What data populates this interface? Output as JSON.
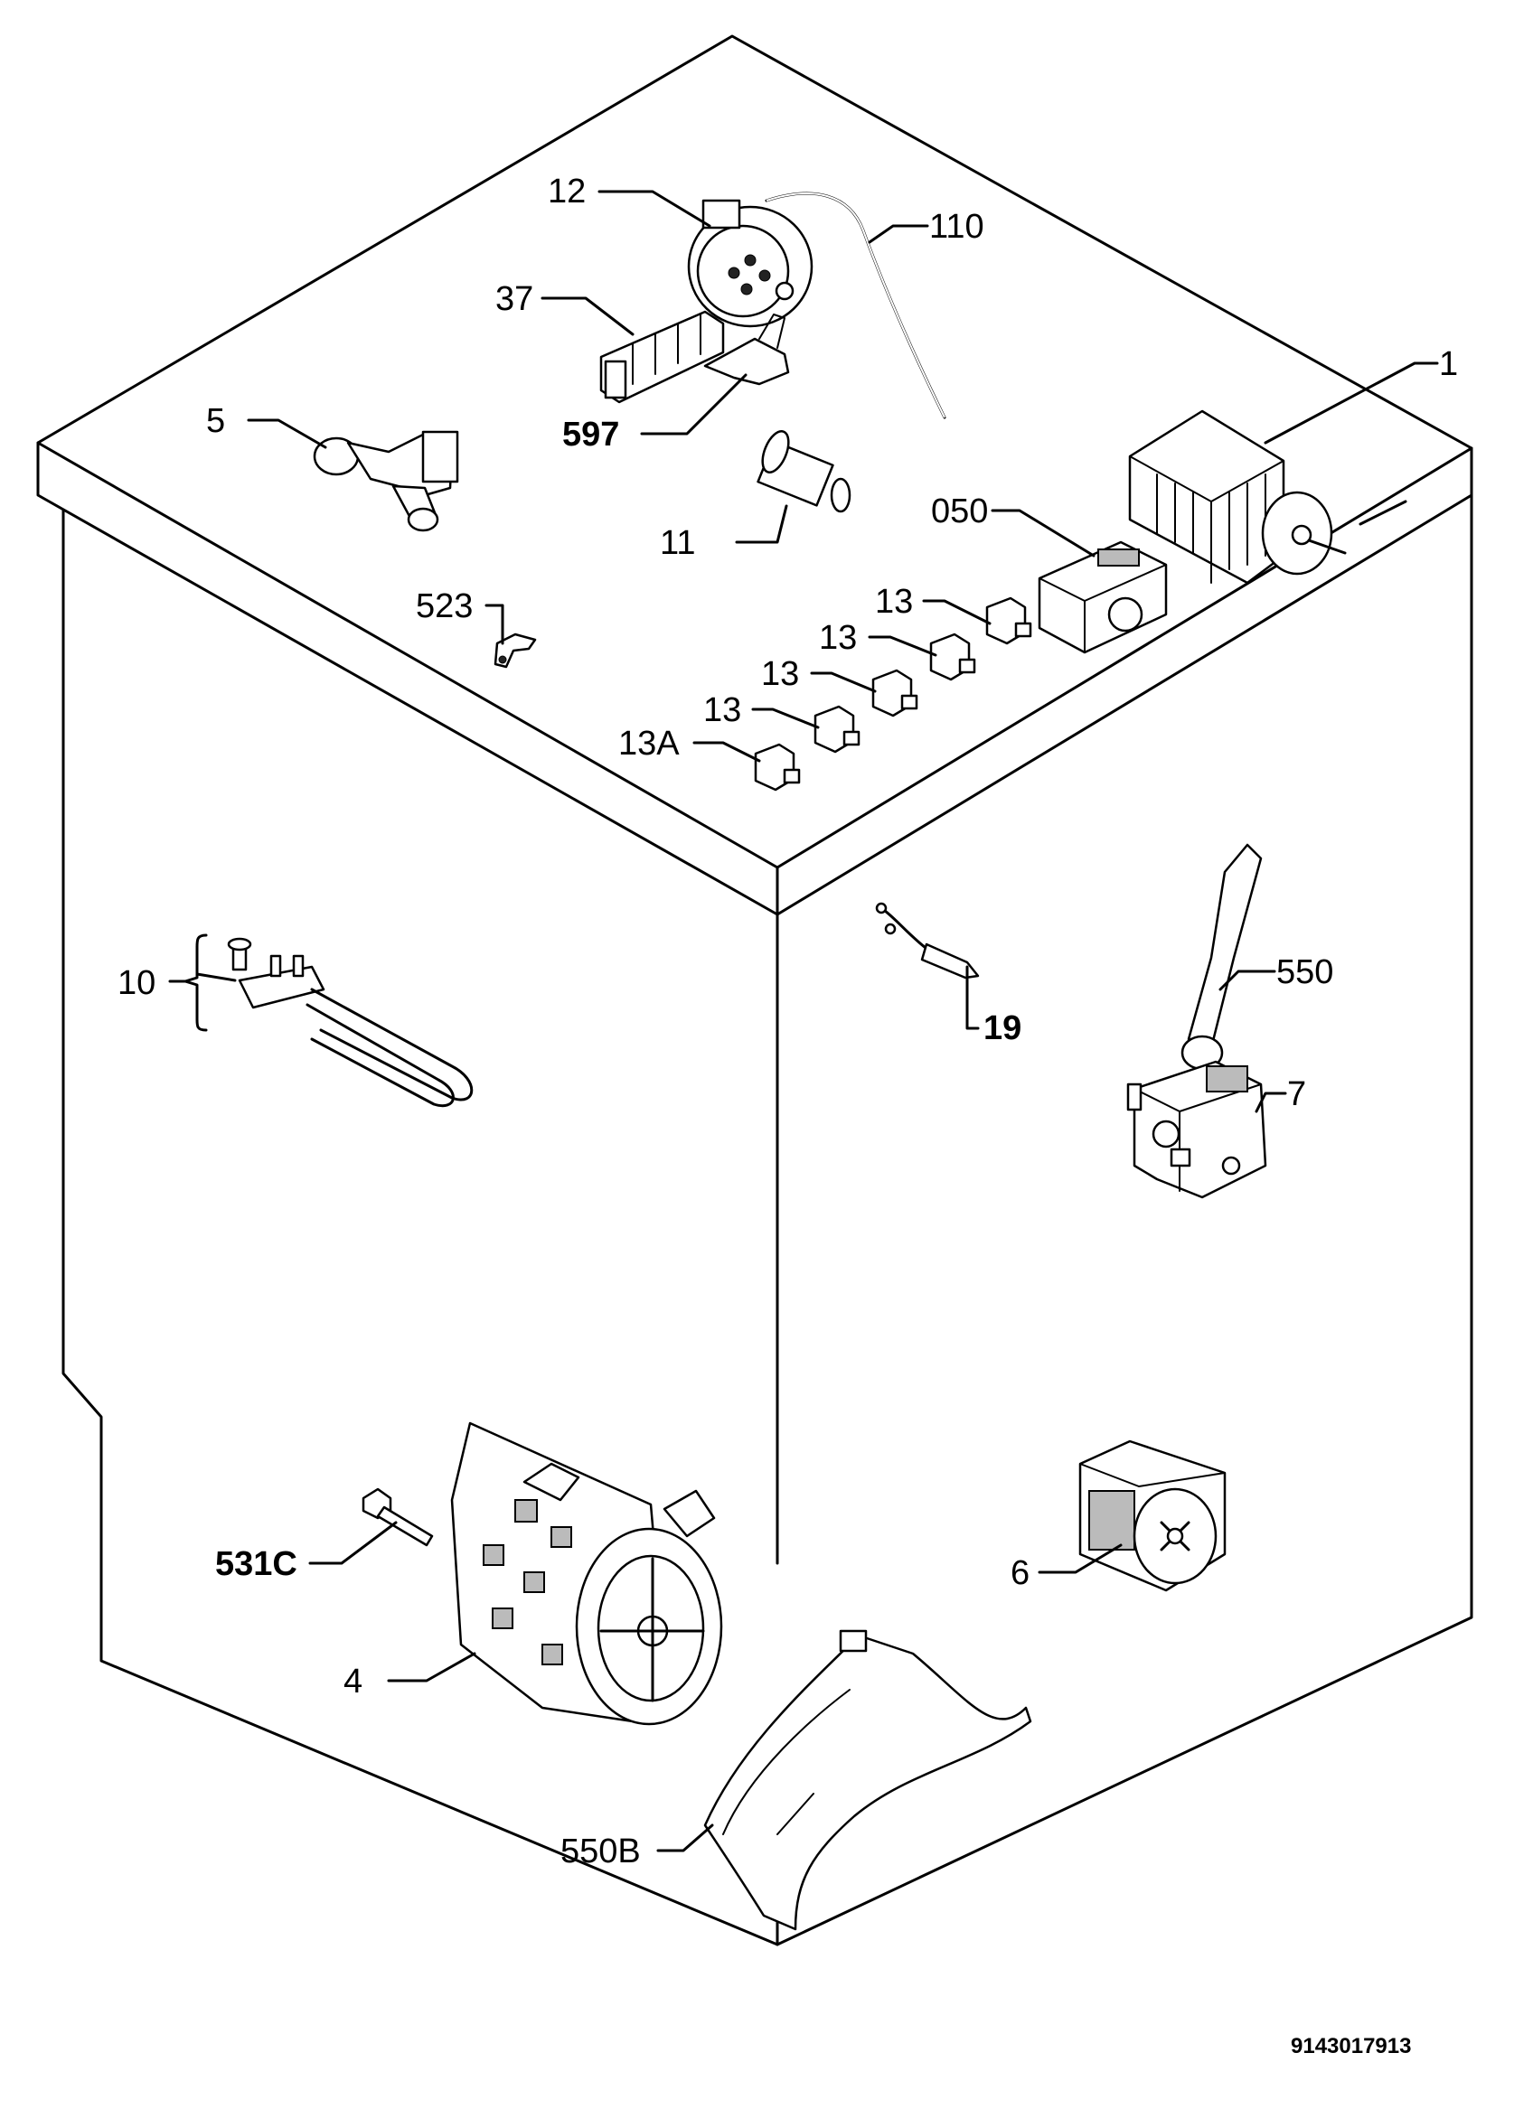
{
  "diagram": {
    "callouts": {
      "c1": "1",
      "c4": "4",
      "c5": "5",
      "c6": "6",
      "c7": "7",
      "c10": "10",
      "c11": "11",
      "c12": "12",
      "c13a": "13",
      "c13b": "13",
      "c13c": "13",
      "c13d": "13",
      "c13A": "13A",
      "c19": "19",
      "c37": "37",
      "c050": "050",
      "c110": "110",
      "c523": "523",
      "c531c": "531C",
      "c550": "550",
      "c550B": "550B",
      "c597": "597"
    },
    "document_number": "9143017913"
  }
}
